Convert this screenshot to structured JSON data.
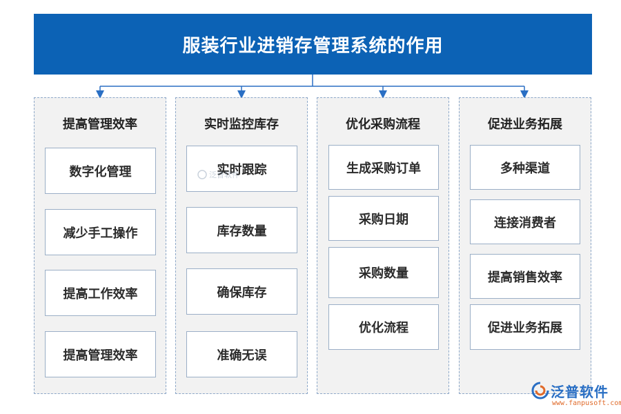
{
  "title": "服装行业进销存管理系统的作用",
  "columns": [
    {
      "header": "提高管理效率",
      "items": [
        "数字化管理",
        "减少手工操作",
        "提高工作效率",
        "提高管理效率"
      ]
    },
    {
      "header": "实时监控库存",
      "items": [
        "实时跟踪",
        "库存数量",
        "确保库存",
        "准确无误"
      ]
    },
    {
      "header": "优化采购流程",
      "items": [
        "生成采购订单",
        "采购日期",
        "采购数量",
        "优化流程"
      ]
    },
    {
      "header": "促进业务拓展",
      "items": [
        "多种渠道",
        "连接消费者",
        "提高销售效率",
        "促进业务拓展"
      ]
    }
  ],
  "watermark": "泛普软件",
  "logo": {
    "name": "泛普软件",
    "url": "www.fanpusoft.com"
  },
  "colors": {
    "title_bg": "#0c62b5",
    "accent": "#2a6fc4",
    "logo_url": "#e06a2a"
  }
}
